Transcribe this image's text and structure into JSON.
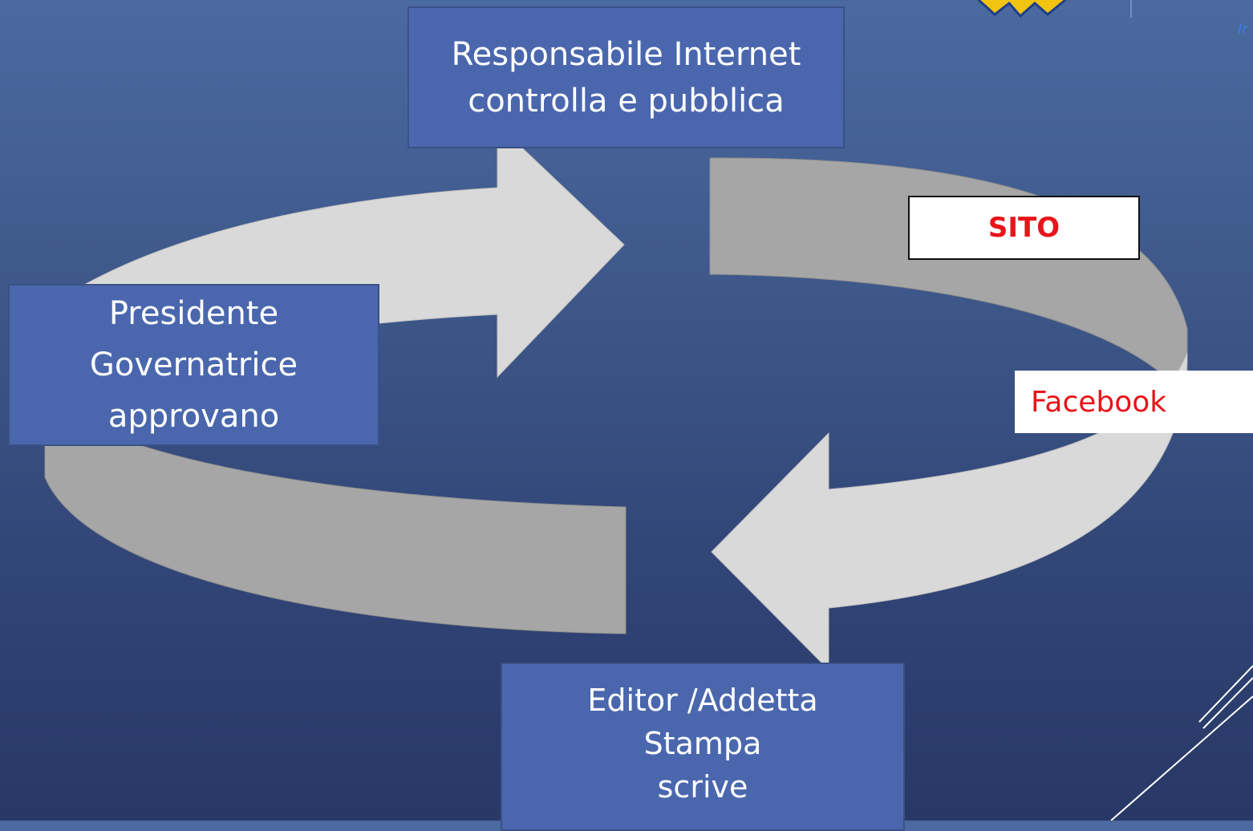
{
  "steps": {
    "top": {
      "line1": "Responsabile Internet",
      "line2": "controlla e pubblica"
    },
    "left": {
      "line1": "Presidente",
      "line2": "Governatrice",
      "line3": "approvano"
    },
    "bottom": {
      "line1": "Editor /Addetta",
      "line2": "Stampa",
      "line3": "scrive"
    }
  },
  "channels": {
    "sito": "SITO",
    "facebook": "Facebook"
  },
  "colors": {
    "background_top": "#4b6aa0",
    "background_bottom": "#283866",
    "box_fill": "#4a67ae",
    "arrow_light": "#d9d9d9",
    "arrow_dark": "#a6a6a6",
    "label_text": "#e8141a"
  },
  "icons": {
    "logo": "lions-logo-fragment",
    "decoration": "diagonal-lines"
  }
}
